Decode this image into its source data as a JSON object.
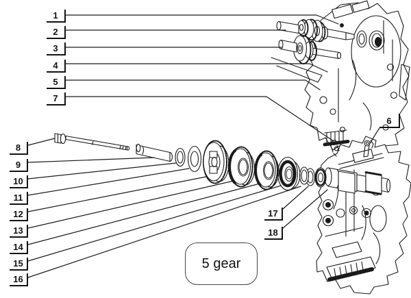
{
  "background": "#ffffff",
  "ink": "#1a1a1a",
  "figure_label": "5 gear",
  "callouts": [
    "1",
    "2",
    "3",
    "4",
    "5",
    "6",
    "7",
    "8",
    "9",
    "10",
    "11",
    "12",
    "13",
    "14",
    "15",
    "16",
    "17",
    "18"
  ]
}
